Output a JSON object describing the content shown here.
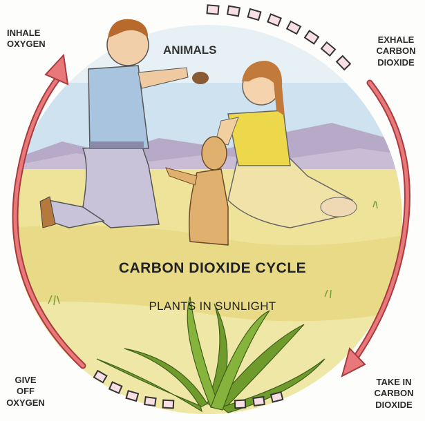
{
  "diagram": {
    "title": "CARBON DIOXIDE CYCLE",
    "top_label": "ANIMALS",
    "bottom_label": "PLANTS IN SUNLIGHT",
    "corners": {
      "top_left": [
        "INHALE",
        "OXYGEN"
      ],
      "top_right": [
        "EXHALE",
        "CARBON",
        "DIOXIDE"
      ],
      "bottom_left": [
        "GIVE",
        "OFF",
        "OXYGEN"
      ],
      "bottom_right": [
        "TAKE IN",
        "CARBON",
        "DIOXIDE"
      ]
    },
    "colors": {
      "arrow": "#e8787a",
      "arrow_outline": "#a83b3e",
      "sky": "#cfe2ef",
      "ground": "#efe39a",
      "mountains": "#b7a9c8",
      "plant": "#6f9b2c"
    }
  }
}
